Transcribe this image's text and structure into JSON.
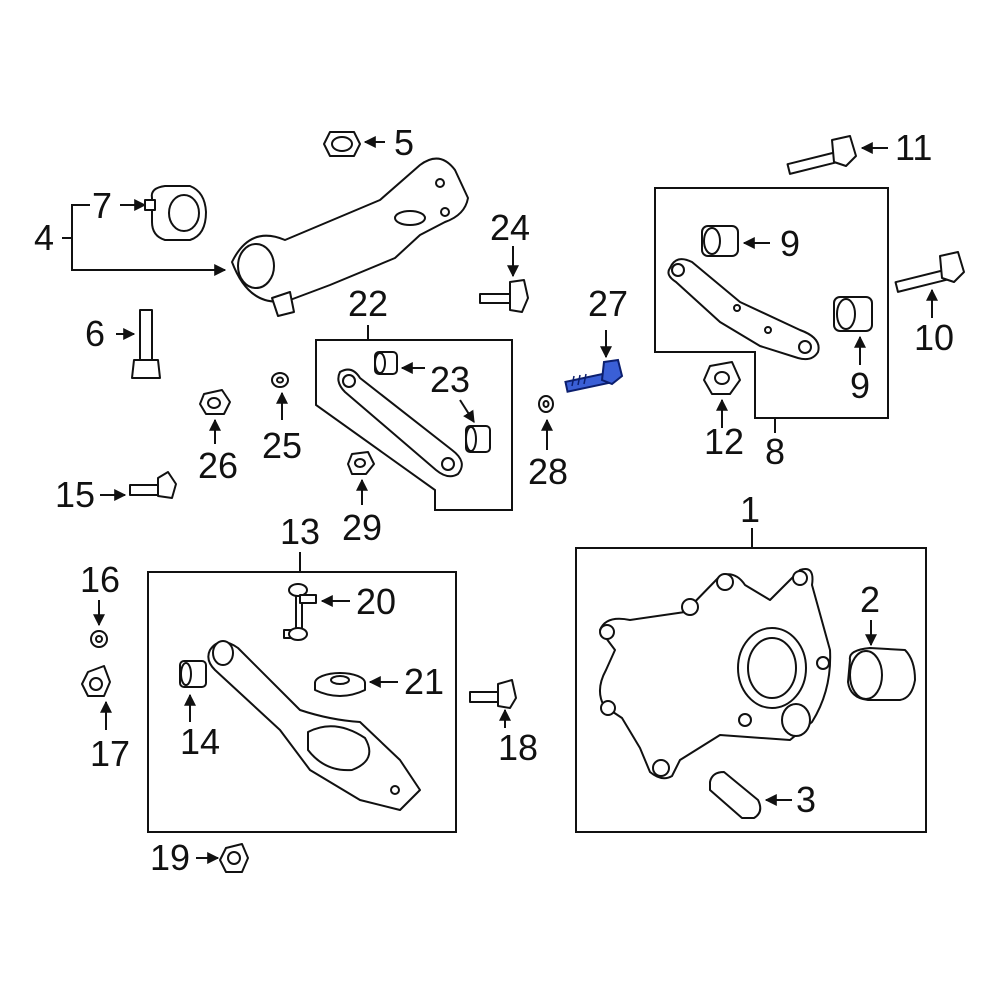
{
  "diagram": {
    "labels": {
      "p1": "1",
      "p2": "2",
      "p3": "3",
      "p4": "4",
      "p5": "5",
      "p6": "6",
      "p7": "7",
      "p8": "8",
      "p9a": "9",
      "p9b": "9",
      "p10": "10",
      "p11": "11",
      "p12": "12",
      "p13": "13",
      "p14": "14",
      "p15": "15",
      "p16": "16",
      "p17": "17",
      "p18": "18",
      "p19": "19",
      "p20": "20",
      "p21": "21",
      "p22": "22",
      "p23": "23",
      "p24": "24",
      "p25": "25",
      "p26": "26",
      "p27": "27",
      "p28": "28",
      "p29": "29"
    },
    "highlight_color": "#3a5fd6",
    "highlighted_part": "27"
  }
}
